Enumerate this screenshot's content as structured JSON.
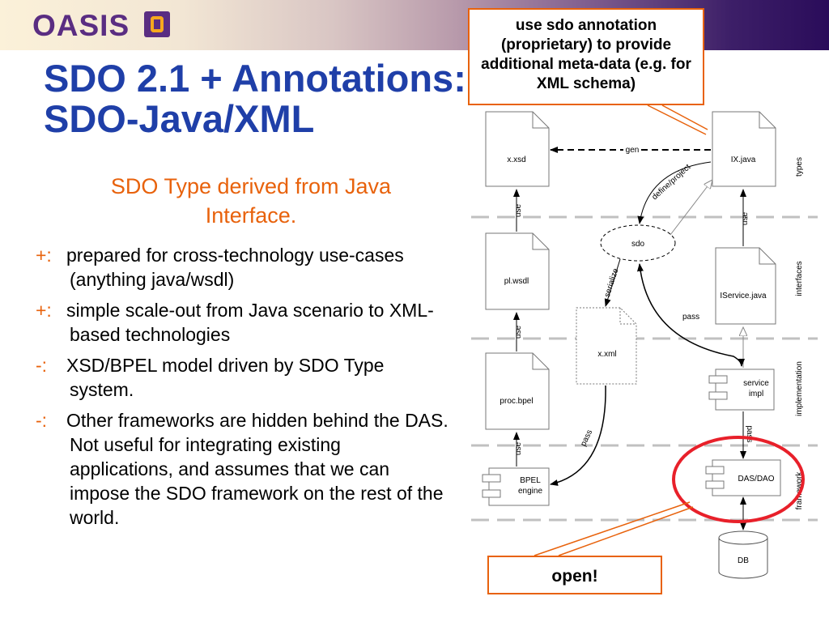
{
  "header": {
    "logo_text": "OASIS"
  },
  "title": {
    "line1": "SDO 2.1 + Annotations:",
    "line2": "SDO-Java/XML"
  },
  "subtitle": "SDO Type derived from Java Interface.",
  "bullets": [
    {
      "marker": "+:",
      "text": "prepared for cross-technology use-cases (anything java/wsdl)"
    },
    {
      "marker": "+:",
      "text": "simple scale-out from Java scenario to XML-based technologies"
    },
    {
      "marker": "-:",
      "text": "XSD/BPEL model driven by SDO Type system."
    },
    {
      "marker": "-:",
      "text": "Other frameworks are hidden behind the DAS.  Not useful for integrating existing applications, and assumes that we can impose the SDO framework on the rest of the world."
    }
  ],
  "callouts": {
    "top": "use sdo annotation (proprietary) to provide additional meta-data (e.g. for XML schema)",
    "bottom": "open!"
  },
  "diagram": {
    "layers": [
      "types",
      "interfaces",
      "implementation",
      "framework"
    ],
    "nodes": {
      "xsd": "x.xsd",
      "ix": "IX.java",
      "sdo": "sdo",
      "plwsdl": "pl.wsdl",
      "iservice": "IService.java",
      "xml": "x.xml",
      "procbpel": "proc.bpel",
      "service_impl": [
        "service",
        "impl"
      ],
      "bpel_engine": [
        "BPEL",
        "engine"
      ],
      "das": "DAS/DAO",
      "db": "DB"
    },
    "edge_labels": {
      "gen": "gen",
      "define_project": "define/project",
      "use": "use",
      "serialize": "serialize",
      "pass": "pass"
    }
  },
  "colors": {
    "title": "#1f3fa8",
    "accent_orange": "#e8620c",
    "highlight_red": "#e8202a",
    "logo_purple": "#5a2d82",
    "logo_orange": "#f6a81e"
  },
  "icons": [
    "document-icon",
    "component-icon",
    "database-icon",
    "oasis-logo-mark"
  ]
}
